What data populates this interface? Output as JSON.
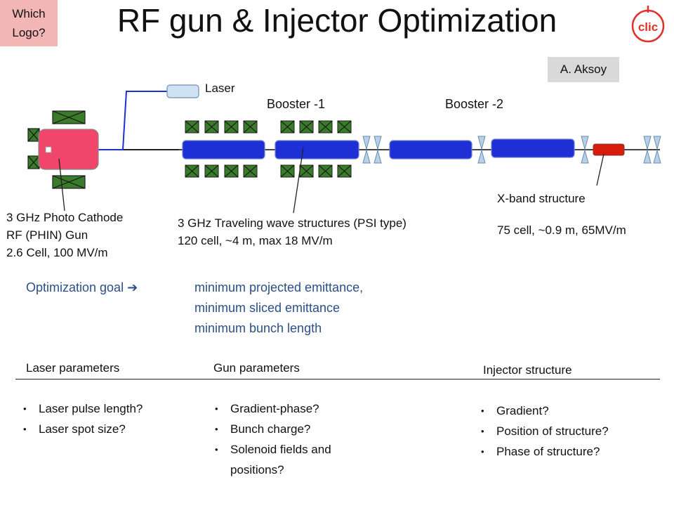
{
  "logo_placeholder": "Which Logo?",
  "title": "RF gun & Injector Optimization",
  "author": "A. Aksoy",
  "diagram_labels": {
    "laser": "Laser",
    "booster1": "Booster -1",
    "booster2": "Booster -2",
    "gun": [
      "3 GHz Photo Cathode",
      "RF (PHIN) Gun",
      "2.6 Cell, 100 MV/m"
    ],
    "tws": [
      "3 GHz Traveling wave structures (PSI type)",
      "120 cell, ~4 m, max 18 MV/m"
    ],
    "xband": [
      "X-band structure",
      "75 cell, ~0.9 m, 65MV/m"
    ]
  },
  "goal": {
    "label": "Optimization goal",
    "arrow": "➔",
    "items": [
      "minimum projected emittance,",
      "minimum sliced emittance",
      "minimum bunch length"
    ]
  },
  "sections": [
    {
      "heading": "Laser parameters",
      "items": [
        "Laser pulse length?",
        "Laser spot size?"
      ]
    },
    {
      "heading": "Gun parameters",
      "items": [
        "Gradient-phase?",
        "Bunch charge?",
        "Solenoid fields and positions?"
      ]
    },
    {
      "heading": "Injector structure",
      "items": [
        "Gradient?",
        "Position of structure?",
        "Phase of structure?"
      ]
    }
  ],
  "colors": {
    "gun": "#f2456b",
    "structure": "#1f2fd6",
    "xband": "#d81c0b",
    "solenoid": "#3a7a2b",
    "laser_line": "#1f2fd6",
    "goal_text": "#2b4f86",
    "logo": "#e0322a"
  }
}
